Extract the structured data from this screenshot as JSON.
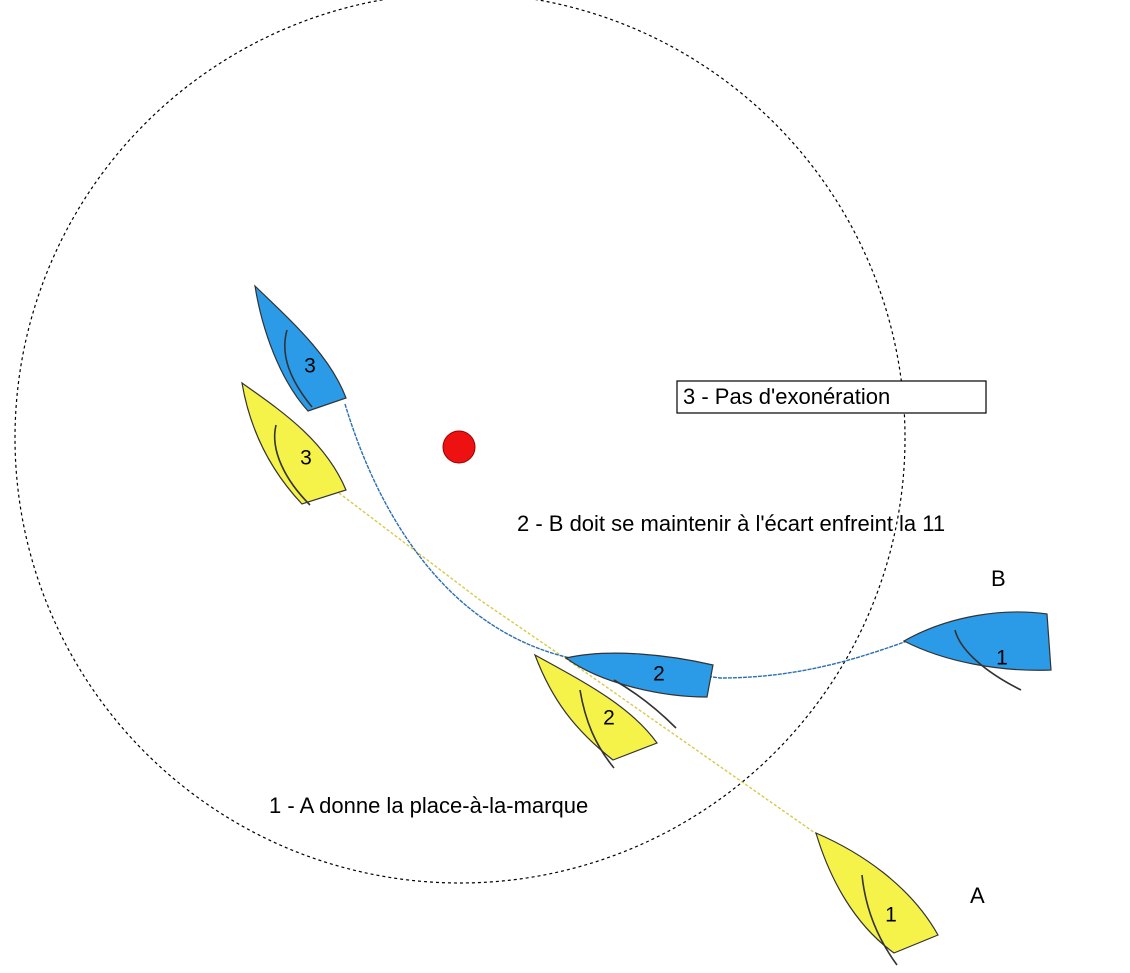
{
  "colors": {
    "boat_a": "#f5f24a",
    "boat_b": "#2b9be8",
    "mark": "#ee1111",
    "zone": "#000000",
    "track_a": "#d9c94a",
    "track_b": "#2b6fb0"
  },
  "labels": {
    "step3": "3 - Pas d'exonération",
    "step2": "2 - B doit se maintenir à l'écart enfreint la 11",
    "step1": "1 - A donne la place-à-la-marque",
    "boat_a_name": "A",
    "boat_b_name": "B"
  },
  "boats": {
    "a1": "1",
    "a2": "2",
    "a3": "3",
    "b1": "1",
    "b2": "2",
    "b3": "3"
  }
}
